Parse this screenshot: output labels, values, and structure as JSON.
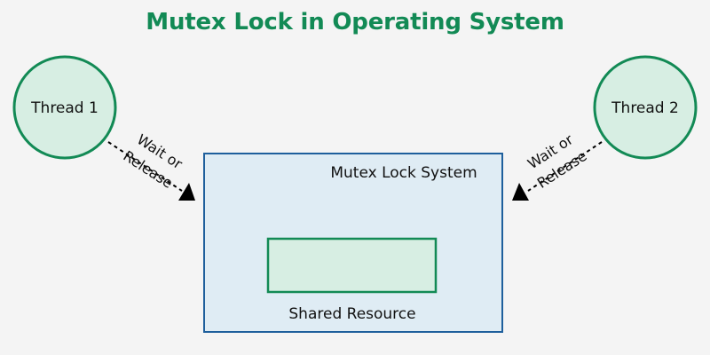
{
  "title": "Mutex Lock in Operating System",
  "colors": {
    "title": "#128a55",
    "node_fill": "#d7eee3",
    "node_stroke": "#128a55",
    "system_fill": "#dfecf4",
    "system_stroke": "#1e5f9c",
    "arrow": "#000000",
    "text": "#111111",
    "background": "#f4f4f4"
  },
  "nodes": {
    "thread1": {
      "label": "Thread 1"
    },
    "thread2": {
      "label": "Thread 2"
    }
  },
  "system": {
    "label": "Mutex Lock System",
    "resource_label": "Shared Resource"
  },
  "edges": [
    {
      "from": "Thread 1",
      "to": "Mutex Lock System",
      "label_line1": "Wait or",
      "label_line2": "Release",
      "style": "dashed"
    },
    {
      "from": "Thread 2",
      "to": "Mutex Lock System",
      "label_line1": "Wait or",
      "label_line2": "Release",
      "style": "dashed"
    }
  ]
}
